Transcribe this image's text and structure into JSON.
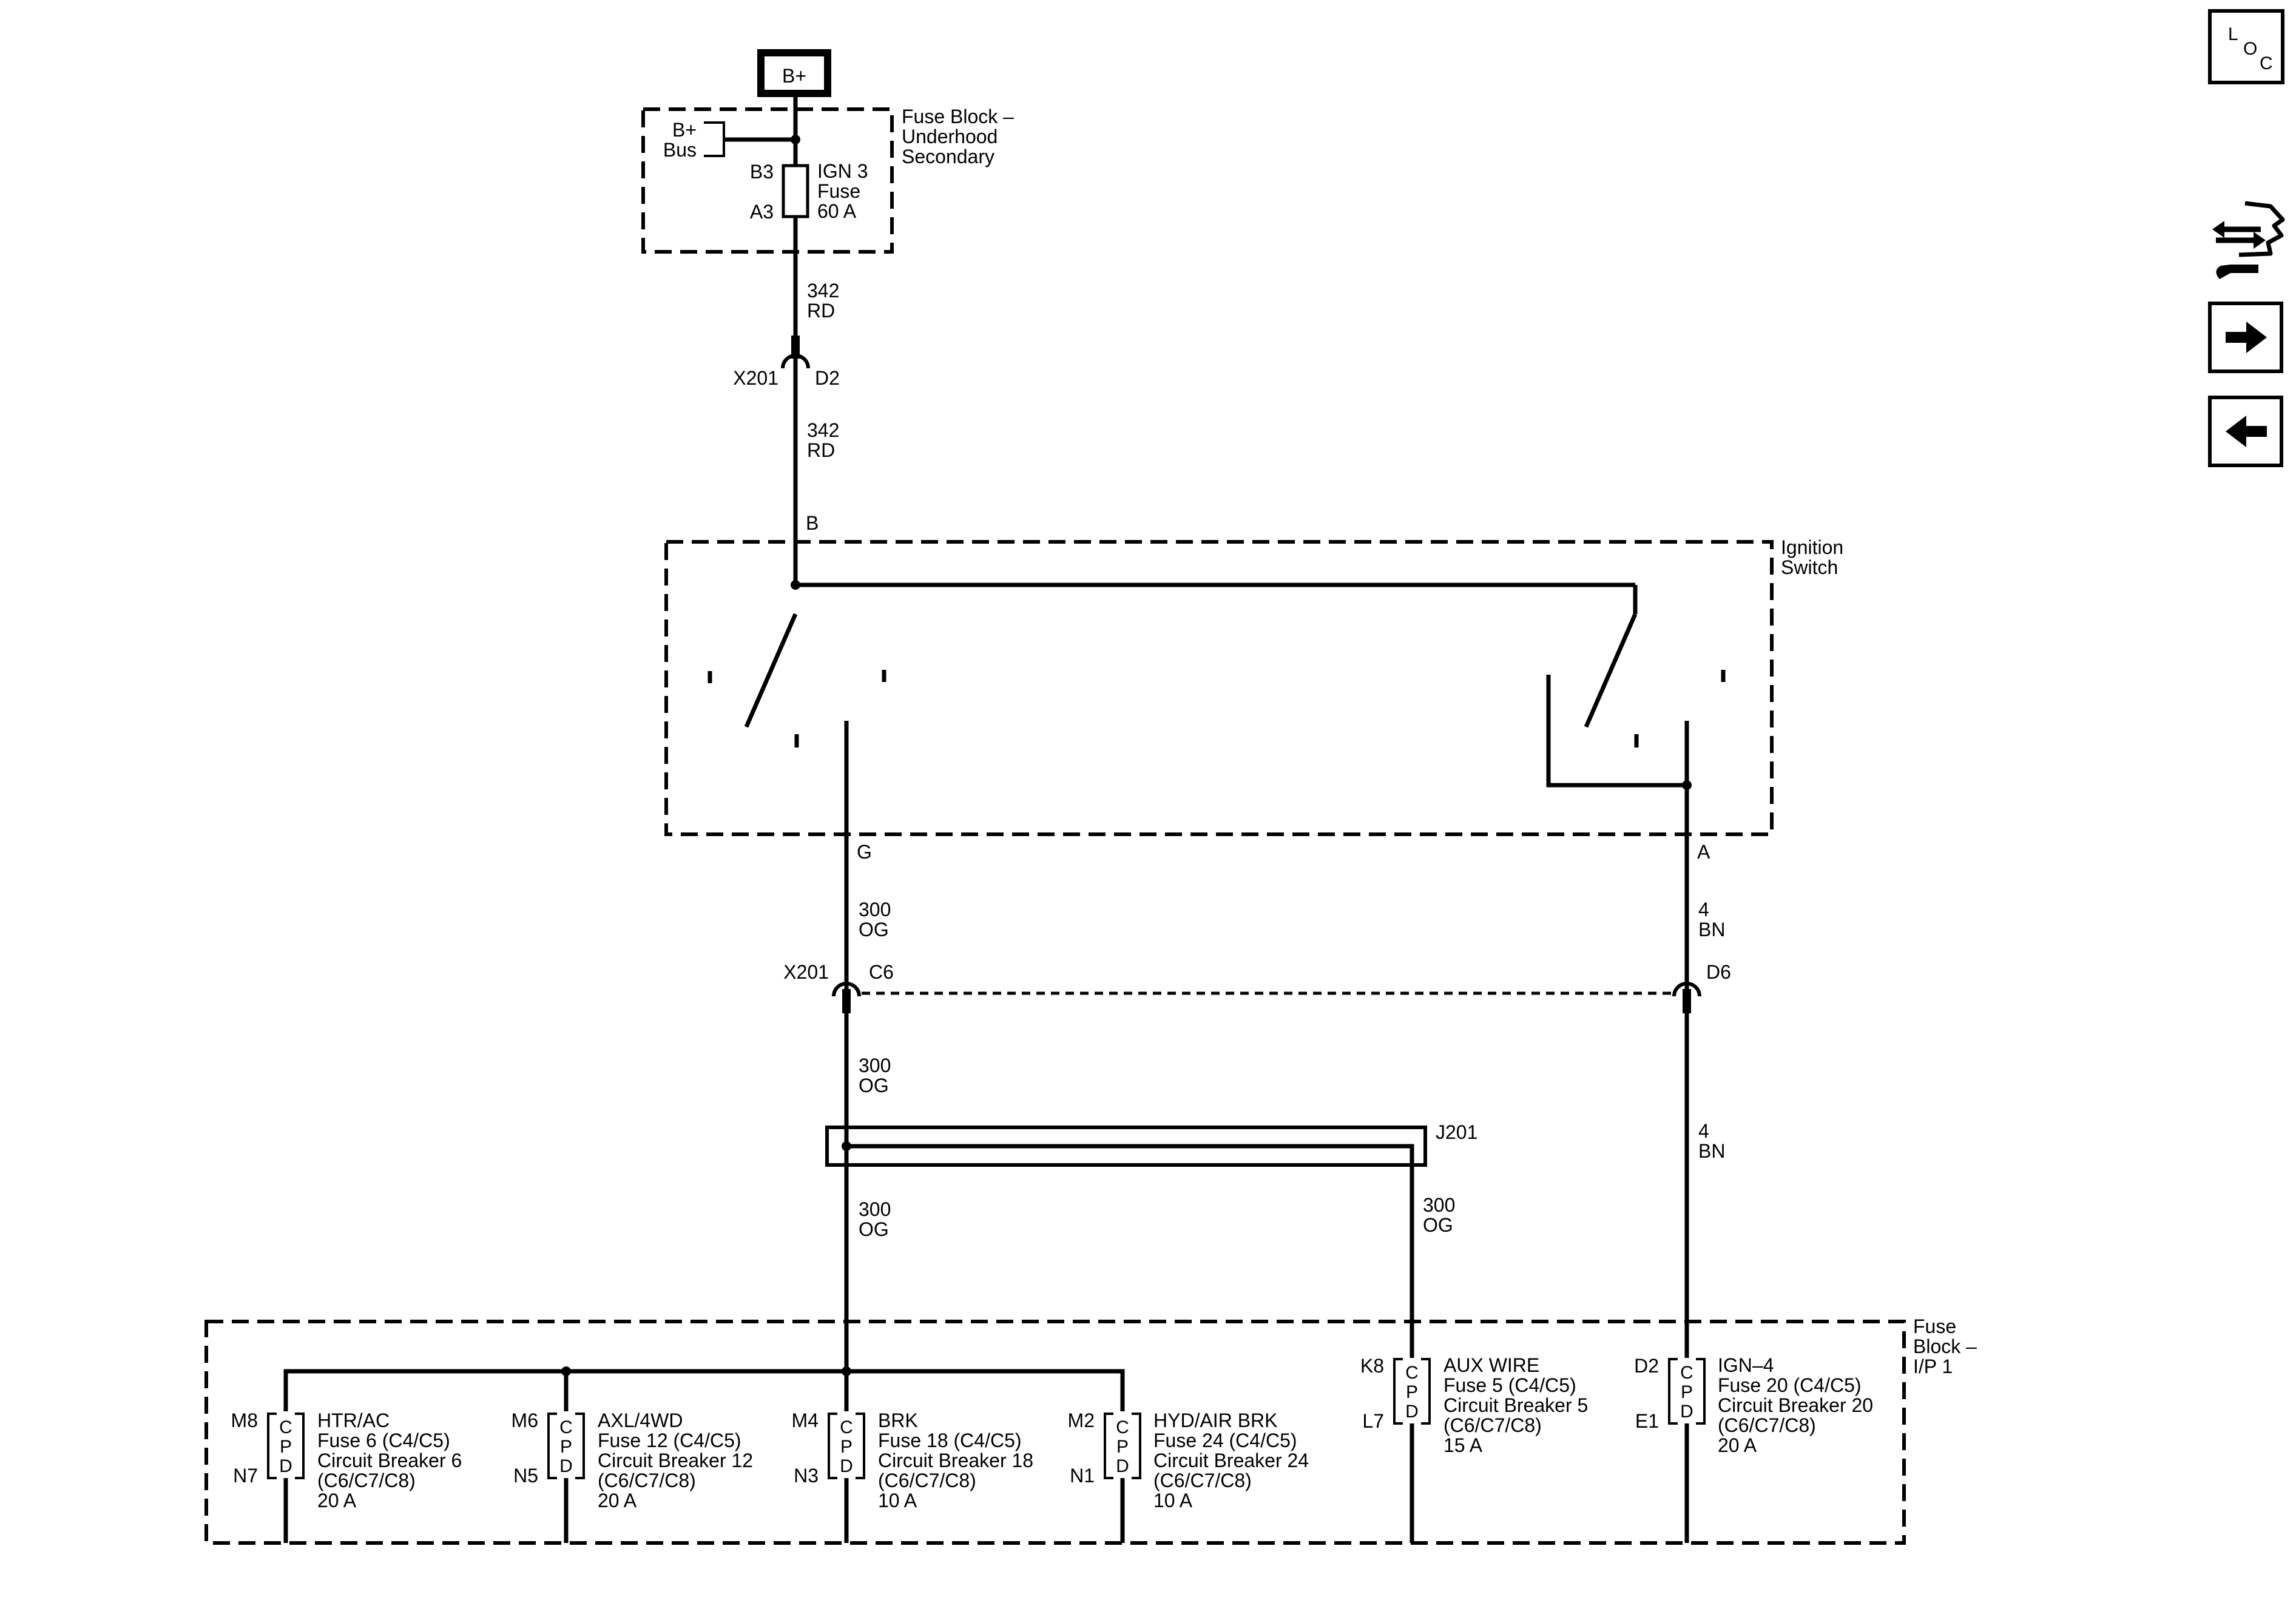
{
  "power": {
    "label": "B+"
  },
  "fuse_block_underhood": {
    "title": [
      "Fuse Block –",
      "Underhood",
      "Secondary"
    ],
    "bus_label": [
      "B+",
      "Bus"
    ],
    "pin_top": "B3",
    "pin_bottom": "A3",
    "fuse_text": [
      "IGN 3",
      "Fuse",
      "60 A"
    ]
  },
  "wires": {
    "w342_a": [
      "342",
      "RD"
    ],
    "w342_b": [
      "342",
      "RD"
    ],
    "w300_a": [
      "300",
      "OG"
    ],
    "w300_b": [
      "300",
      "OG"
    ],
    "w300_c": [
      "300",
      "OG"
    ],
    "w300_d": [
      "300",
      "OG"
    ],
    "w4_a": [
      "4",
      "BN"
    ],
    "w4_b": [
      "4",
      "BN"
    ]
  },
  "connector_top": {
    "name": "X201",
    "pin": "D2"
  },
  "connector_bottom": {
    "name": "X201",
    "pin_left": "C6",
    "pin_right": "D6"
  },
  "ignition_switch": {
    "title": [
      "Ignition",
      "Switch"
    ],
    "pin_in": "B",
    "pin_out_left": "G",
    "pin_out_right": "A"
  },
  "splice": {
    "label": "J201"
  },
  "fuse_block_ip": {
    "title": [
      "Fuse",
      "Block –",
      "I/P 1"
    ],
    "cpd_letters": [
      "C",
      "P",
      "D"
    ],
    "devices": [
      {
        "pin_top": "M8",
        "pin_bottom": "N7",
        "text": [
          "HTR/AC",
          "Fuse 6 (C4/C5)",
          "Circuit Breaker 6",
          "(C6/C7/C8)",
          "20 A"
        ]
      },
      {
        "pin_top": "M6",
        "pin_bottom": "N5",
        "text": [
          "AXL/4WD",
          "Fuse 12 (C4/C5)",
          "Circuit Breaker 12",
          "(C6/C7/C8)",
          "20 A"
        ]
      },
      {
        "pin_top": "M4",
        "pin_bottom": "N3",
        "text": [
          "BRK",
          "Fuse 18 (C4/C5)",
          "Circuit Breaker 18",
          "(C6/C7/C8)",
          "10 A"
        ]
      },
      {
        "pin_top": "M2",
        "pin_bottom": "N1",
        "text": [
          "HYD/AIR BRK",
          "Fuse 24 (C4/C5)",
          "Circuit Breaker 24",
          "(C6/C7/C8)",
          "10 A"
        ]
      },
      {
        "pin_top": "K8",
        "pin_bottom": "L7",
        "text": [
          "AUX WIRE",
          "Fuse 5 (C4/C5)",
          "Circuit Breaker 5",
          "(C6/C7/C8)",
          "15 A"
        ]
      },
      {
        "pin_top": "D2",
        "pin_bottom": "E1",
        "text": [
          "IGN–4",
          "Fuse 20 (C4/C5)",
          "Circuit Breaker 20",
          "(C6/C7/C8)",
          "20 A"
        ]
      }
    ]
  },
  "sidebar": {
    "loc_letters": [
      "L",
      "O",
      "C"
    ],
    "icons": [
      "connector-tool-icon",
      "arrow-right-icon",
      "arrow-left-icon"
    ]
  }
}
